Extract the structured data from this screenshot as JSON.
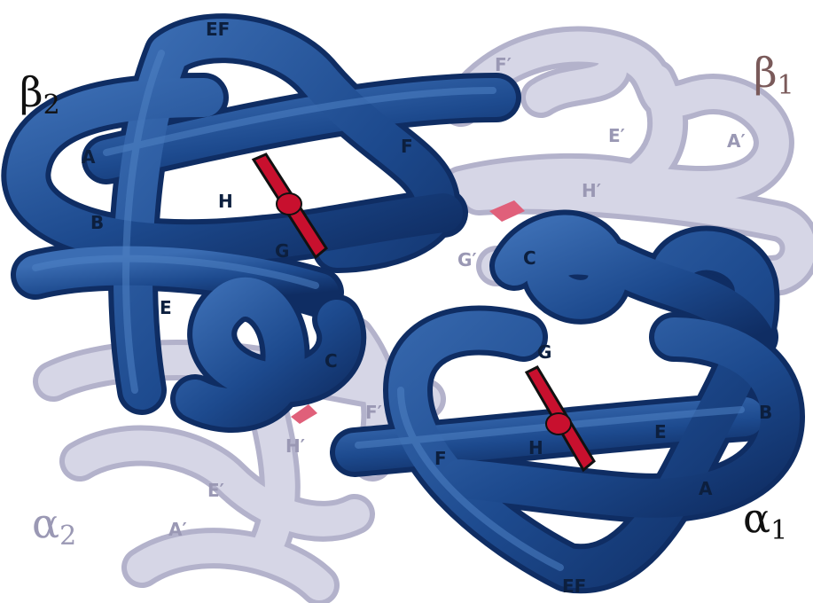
{
  "colors": {
    "dark_chain": "#1d4a8e",
    "dark_chain_edge": "#0f2d63",
    "dark_chain_highlight": "#4f82c4",
    "light_chain": "#cfcfe0",
    "light_chain_edge": "#b3b2cb",
    "heme": "#c8102e",
    "heme_edge": "#111111",
    "label_dark": "#0c1f3e",
    "label_light": "#9a98b4",
    "label_beta1": "#7a5a5a"
  },
  "subunits": {
    "beta2": {
      "base": "β",
      "sub": "2"
    },
    "beta1": {
      "base": "β",
      "sub": "1"
    },
    "alpha1": {
      "base": "α",
      "sub": "1"
    },
    "alpha2": {
      "base": "α",
      "sub": "2"
    }
  },
  "helix_labels": {
    "beta2": {
      "EF": "EF",
      "A": "A",
      "B": "B",
      "H": "H",
      "F": "F",
      "G": "G",
      "E": "E",
      "C": "C"
    },
    "beta1": {
      "F": "F′",
      "E": "E′",
      "A": "A′",
      "H": "H′",
      "G": "G′"
    },
    "alpha1": {
      "C": "C",
      "G": "G",
      "B": "B",
      "E": "E",
      "H": "H",
      "F": "F",
      "A": "A",
      "EF": "EF"
    },
    "alpha2": {
      "F": "F′",
      "H": "H′",
      "E": "E′",
      "A": "A′"
    }
  }
}
